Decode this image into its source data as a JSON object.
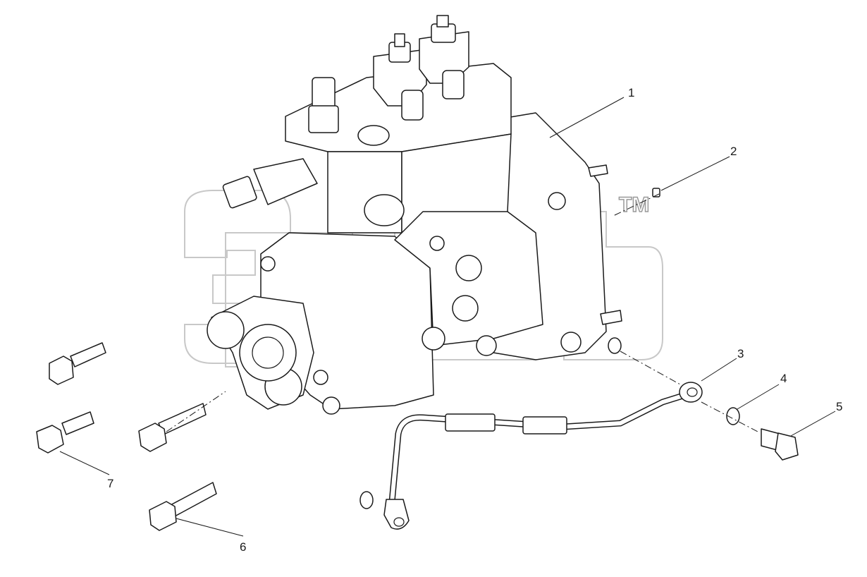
{
  "diagram": {
    "watermark_mark": "TM",
    "callouts": [
      "1",
      "2",
      "3",
      "4",
      "5",
      "6",
      "7"
    ]
  }
}
